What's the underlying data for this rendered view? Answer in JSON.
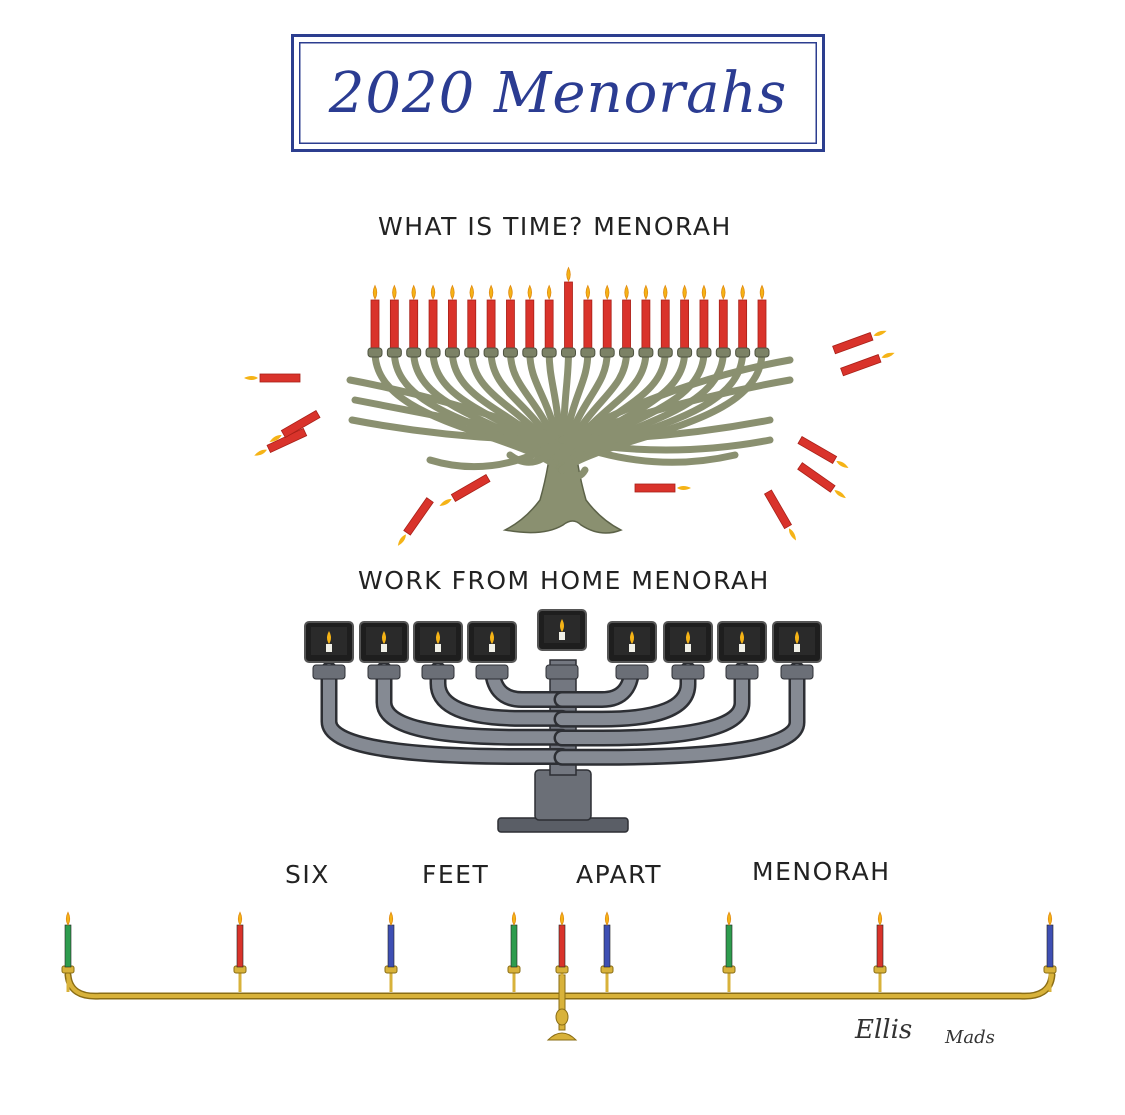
{
  "title": "2020 Menorahs",
  "captions": {
    "time": "WHAT IS TIME? MENORAH",
    "wfh": "WORK FROM HOME MENORAH",
    "six": "SIX",
    "feet": "FEET",
    "apart": "APART",
    "menorah": "MENORAH"
  },
  "signature": {
    "first": "Ellis",
    "second": "Mads"
  },
  "colors": {
    "title_blue": "#2b3c92",
    "candle_red": "#d9332b",
    "candle_green": "#2e9c4e",
    "candle_blue": "#3e4fb3",
    "flame": "#f5b316",
    "brass": "#d8b23a",
    "moss": "#8a9070",
    "steel": "#5a5e66"
  },
  "six_feet_candles": [
    "green",
    "red",
    "blue",
    "green",
    "red",
    "blue",
    "green",
    "red",
    "blue"
  ]
}
